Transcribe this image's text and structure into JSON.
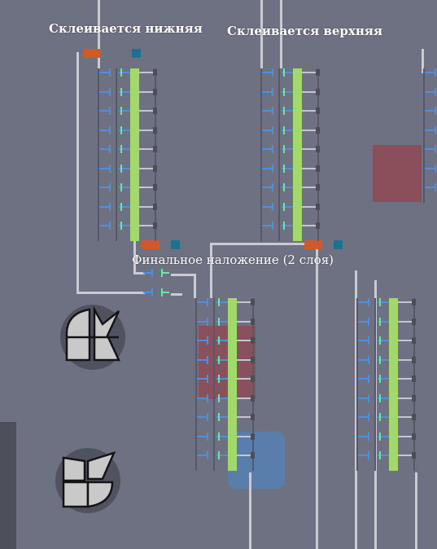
{
  "labels": {
    "glue_bottom": "Склеивается нижняя",
    "glue_top": "Склеивается верхняя",
    "final_overlay": "Финальное наложение (2 слоя)"
  },
  "icons": {
    "shape_upper": "cut-shape-icon",
    "shape_lower": "cut-shape-icon"
  },
  "colors": {
    "background": "#6e7182",
    "wire": "#c9cad3",
    "combiner_bar": "#a3d86d",
    "input_pin": "#4e8fe0",
    "output_pin": "#6be8a0",
    "gate_orange": "#d0582d",
    "gate_blue": "#1e7092",
    "overlay_red": "#8e4b57",
    "overlay_blue": "#5680b0"
  }
}
